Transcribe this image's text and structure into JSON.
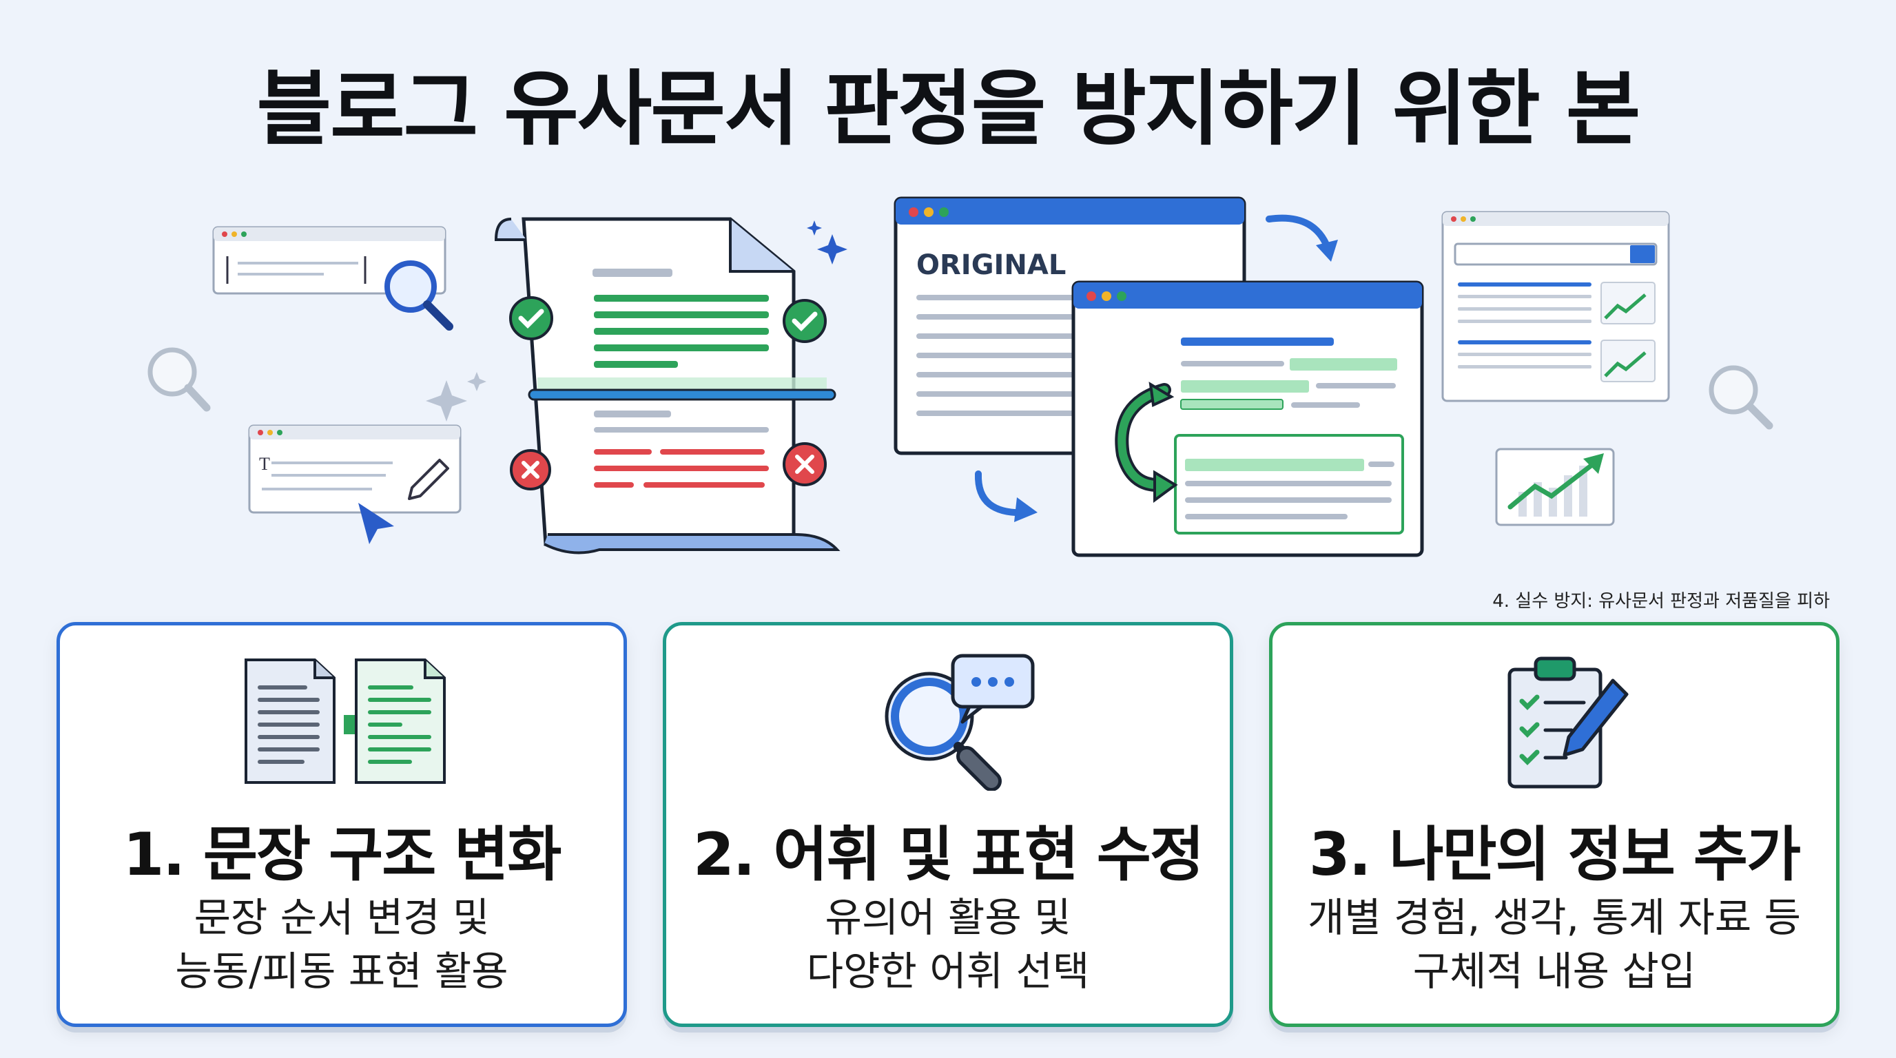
{
  "title": "블로그 유사문서 판정을 방지하기 위한 본",
  "hero": {
    "original_label": "ORIGINAL",
    "caption": "4. 실수 방지: 유사문서 판정과 저품질을 피하"
  },
  "colors": {
    "blue": "#2f6fd6",
    "teal": "#1f9a8a",
    "green": "#2da35a",
    "red": "#e0474c",
    "background": "#eef3fb"
  },
  "cards": [
    {
      "title": "1. 문장 구조 변화",
      "line1": "문장 순서 변경 및",
      "line2": "능동/피동 표현 활용",
      "icon": "document-transform-icon"
    },
    {
      "title": "2. 어휘 및 표현 수정",
      "line1": "유의어 활용 및",
      "line2": "다양한 어휘 선택",
      "icon": "magnifier-chat-icon"
    },
    {
      "title": "3. 나만의 정보 추가",
      "line1": "개별 경험, 생각, 통계 자료 등",
      "line2": "구체적 내용 삽입",
      "icon": "clipboard-pen-icon"
    }
  ]
}
